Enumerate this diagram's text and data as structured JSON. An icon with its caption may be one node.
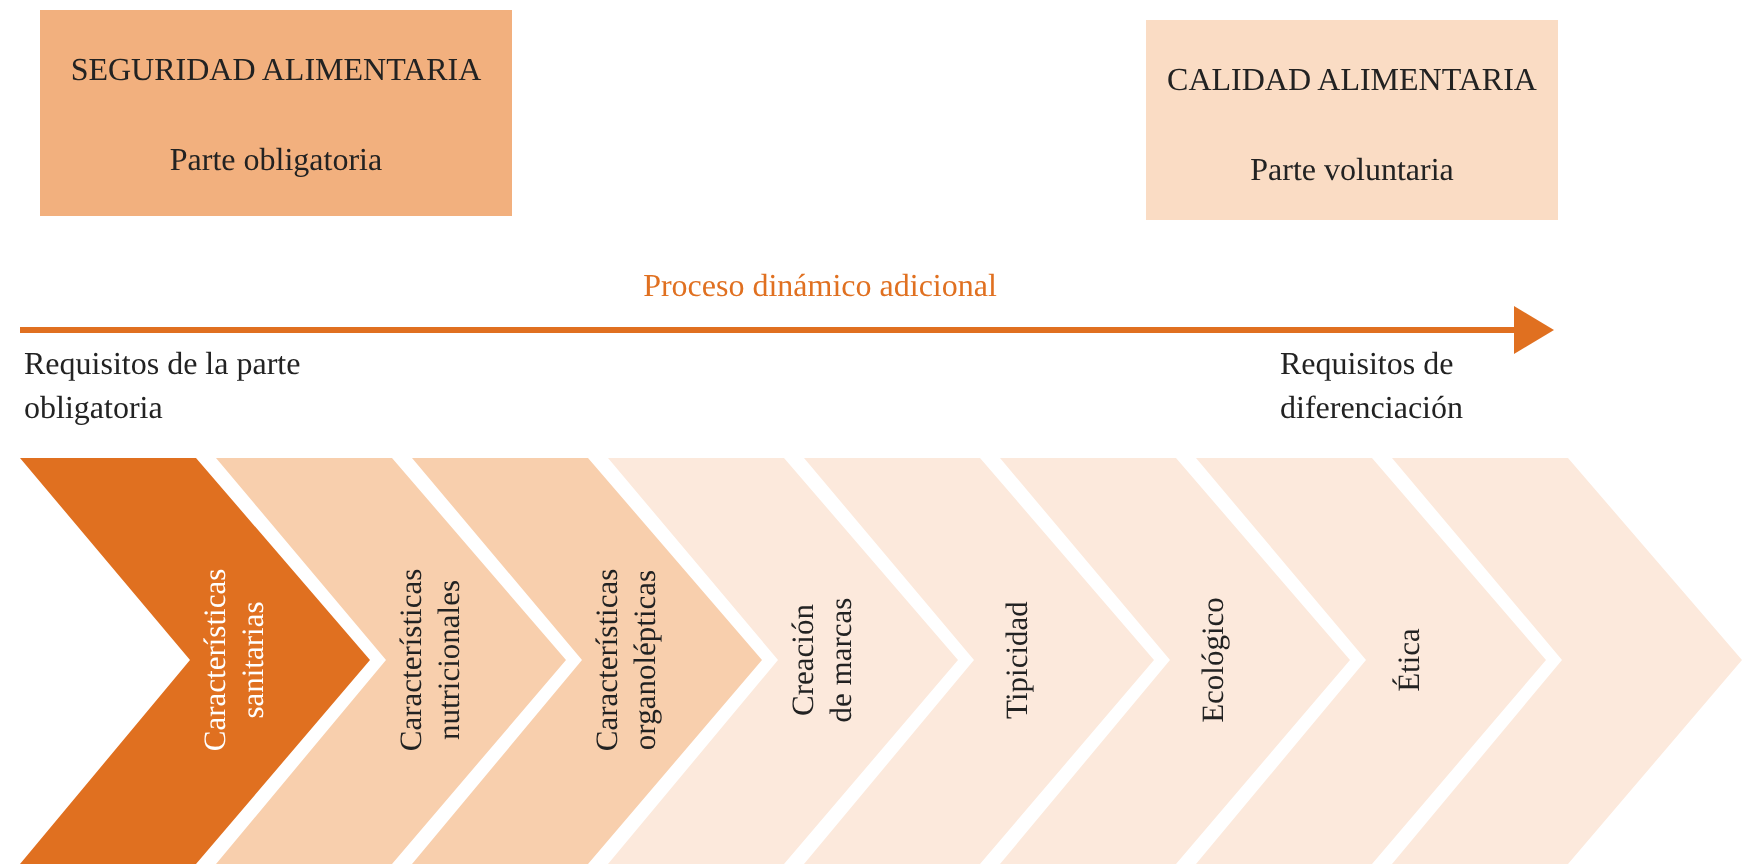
{
  "diagram": {
    "nodes": [
      {
        "text": [
          "SEGURIDAD ALIMENTARIA",
          "Parte obligatoria"
        ]
      },
      {
        "text": [
          "CALIDAD ALIMENTARIA",
          "Parte voluntaria"
        ]
      },
      {
        "text": [
          "Características sanitarias"
        ]
      },
      {
        "text": [
          "Características nutricionales"
        ]
      },
      {
        "text": [
          "Características organolépticas"
        ]
      },
      {
        "text": [
          "Creación de marcas"
        ]
      },
      {
        "text": [
          "Tipicidad"
        ]
      },
      {
        "text": [
          "Ecológico"
        ]
      },
      {
        "text": [
          "Ética"
        ]
      },
      {
        "text": [],
        "shape": "chevron"
      }
    ],
    "edges": [],
    "labels": [
      "Proceso dinámico adicional",
      "Requisitos de la parte obligatoria",
      "Requisitos de diferenciación"
    ]
  }
}
